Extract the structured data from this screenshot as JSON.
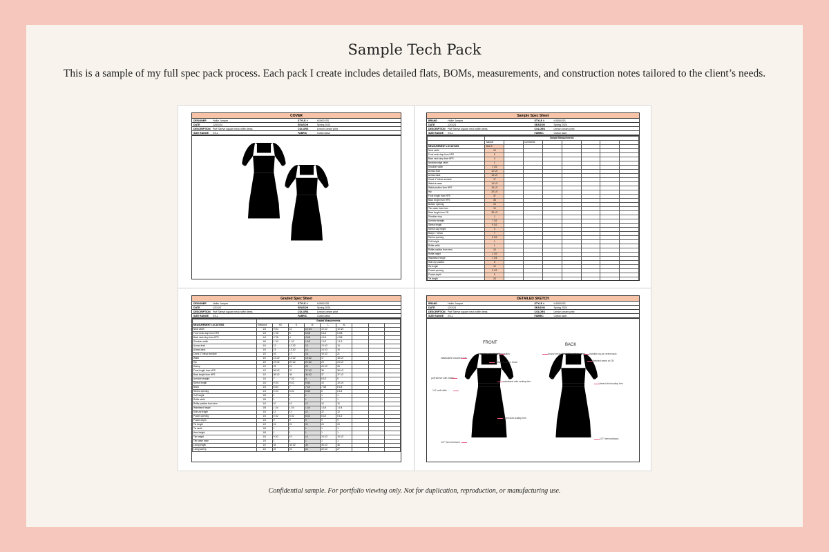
{
  "header": {
    "title": "Sample Tech Pack",
    "subtitle": "This is a sample of my full spec pack process. Each pack I create includes detailed flats, BOMs, measurements, and construction notes tailored to the client’s needs."
  },
  "footer": {
    "note": "Confidential sample. For portfolio viewing only. Not for duplication, reproduction, or manufacturing use."
  },
  "colors": {
    "outer": "#f6c7bd",
    "card": "#f8f4ed",
    "header_fill": "#f6c3a6",
    "sample_fill": "#f9cfb7",
    "callout": "#e8577f"
  },
  "cover": {
    "title": "COVER",
    "fields": [
      [
        "DESIGNER",
        "Hollie Jumper"
      ],
      [
        "STYLE #",
        "HJ0001SS"
      ],
      [
        "DATE",
        "12/01/24"
      ],
      [
        "SEASON",
        "Spring 2024"
      ],
      [
        "DESCRIPTION",
        "Puff Sleeve square neck ruffle dress"
      ],
      [
        "COLORS",
        "Lemon cream print"
      ],
      [
        "SIZE RANGE",
        "XS-L"
      ],
      [
        "FABRIC",
        "Cotton lawn"
      ]
    ]
  },
  "spec": {
    "title": "Sample Spec Sheet",
    "fields": [
      [
        "BRAND",
        "Hollie Jumper"
      ],
      [
        "STYLE #",
        "HJ0001SS"
      ],
      [
        "DATE",
        "12/1/24"
      ],
      [
        "SEASON",
        "Spring 2024"
      ],
      [
        "DESCRIPTION",
        "Puff Sleeve square neck ruffle dress"
      ],
      [
        "COLORS",
        "Lemon cream print"
      ],
      [
        "SIZE RANGE",
        "XS-L"
      ],
      [
        "FABRIC",
        "Cotton lawn"
      ]
    ],
    "table_title": "Sample Measurements",
    "col_sample": "Sample",
    "col_comments": "Comments",
    "col_point": "MEASUREMENT LOCATIONS",
    "size_label": "Size S",
    "rows": [
      [
        "Neck width",
        "10"
      ],
      [
        "Front neck drop from HPS",
        "5"
      ],
      [
        "Back neck drop from HPS",
        "4"
      ],
      [
        "Neckline edge width",
        "1"
      ],
      [
        "Shoulder width",
        "1 1/2"
      ],
      [
        "Across front",
        "12 1/2"
      ],
      [
        "Across back",
        "13 1/2"
      ],
      [
        "Chest 1\" below armhole",
        "17"
      ],
      [
        "Waist at seam",
        "14 1/2"
      ],
      [
        "Waist position from HPS",
        "15 1/2"
      ],
      [
        "Hip",
        "20 1/2"
      ],
      [
        "Front length from HPS",
        "37"
      ],
      [
        "Back length from HPS",
        "36"
      ],
      [
        "Bottom opening",
        "24"
      ],
      [
        "Tier seam from hem",
        "10"
      ],
      [
        "Back length from CB",
        "35 1/2"
      ],
      [
        "Shoulder drop",
        "1"
      ],
      [
        "Armhole straight",
        "7 1/2"
      ],
      [
        "Sleeve length",
        "9 1/2"
      ],
      [
        "Sleeve cap height",
        "4"
      ],
      [
        "Bicep 1\" below",
        "7"
      ],
      [
        "Sleeve opening",
        "5 1/2"
      ],
      [
        "Cuff height",
        "1"
      ],
      [
        "Ruffle width",
        "1"
      ],
      [
        "Ruffle position from hem",
        "10"
      ],
      [
        "Ruffle height",
        "1 1/2"
      ],
      [
        "Waistband height",
        "1 1/4"
      ],
      [
        "Side zip position",
        "8"
      ],
      [
        "Zip length",
        "12"
      ],
      [
        "Pocket opening",
        "5 1/2"
      ],
      [
        "Pocket depth",
        "9"
      ],
      [
        "Tie length",
        "24"
      ]
    ],
    "comments_title": "Comments"
  },
  "graded": {
    "title": "Graded Spec Sheet",
    "fields": [
      [
        "DESIGNER",
        "Hollie Jumper"
      ],
      [
        "STYLE #",
        "HJ0001SS"
      ],
      [
        "DATE",
        "12/1/24"
      ],
      [
        "SEASON",
        "Spring 2024"
      ],
      [
        "DESCRIPTION",
        "Puff Sleeve square neck ruffle dress"
      ],
      [
        "COLORS",
        "Lemon cream print"
      ],
      [
        "SIZE RANGE",
        "XS-L"
      ],
      [
        "FABRIC",
        "Cotton lawn"
      ]
    ],
    "table_title": "Graded Measurements",
    "col_point": "MEASUREMENT LOCATIONS",
    "col_tol": "Tolerance",
    "sizes": [
      "XS",
      "S",
      "M",
      "L",
      "XL"
    ],
    "rows": [
      [
        "Neck width",
        "1/4",
        [
          "9 3/4",
          "10",
          "10 1/4",
          "10 1/2",
          "10 3/4"
        ]
      ],
      [
        "Front neck drop from HPS",
        "1/4",
        [
          "4 7/8",
          "5",
          "5 1/8",
          "5 1/4",
          "5 3/8"
        ]
      ],
      [
        "Back neck drop from HPS",
        "1/4",
        [
          "3 7/8",
          "4",
          "4 1/8",
          "4 1/4",
          "4 3/8"
        ]
      ],
      [
        "Shoulder width",
        "1/8",
        [
          "1 1/2",
          "1 1/2",
          "1 1/2",
          "1 1/2",
          "1 1/2"
        ]
      ],
      [
        "Across front",
        "1/4",
        [
          "12",
          "12 1/2",
          "13",
          "13 1/2",
          "14"
        ]
      ],
      [
        "Across back",
        "1/4",
        [
          "13",
          "13 1/2",
          "14",
          "14 1/2",
          "15"
        ]
      ],
      [
        "Chest 1\" below armhole",
        "1/2",
        [
          "16",
          "17",
          "18",
          "19 1/2",
          "21"
        ]
      ],
      [
        "Waist",
        "1/2",
        [
          "13 1/2",
          "14 1/2",
          "15 1/2",
          "17",
          "18 1/2"
        ]
      ],
      [
        "Hip",
        "1/2",
        [
          "19 1/2",
          "20 1/2",
          "21 1/2",
          "23",
          "24 1/2"
        ]
      ],
      [
        "Sweep",
        "1/2",
        [
          "23",
          "24",
          "25",
          "26 1/2",
          "28"
        ]
      ],
      [
        "Front length from HPS",
        "1/2",
        [
          "36 1/2",
          "37",
          "37 1/2",
          "38",
          "38 1/2"
        ]
      ],
      [
        "Back length from HPS",
        "1/2",
        [
          "35 1/2",
          "36",
          "36 1/2",
          "37",
          "37 1/2"
        ]
      ],
      [
        "Armhole straight",
        "1/4",
        [
          "7",
          "7 1/2",
          "8",
          "8 1/2",
          "9"
        ]
      ],
      [
        "Sleeve length",
        "1/4",
        [
          "9 1/4",
          "9 1/2",
          "9 3/4",
          "10",
          "10 1/4"
        ]
      ],
      [
        "Bicep",
        "1/4",
        [
          "6 3/4",
          "7",
          "7 1/4",
          "7 3/4",
          "8 1/4"
        ]
      ],
      [
        "Sleeve opening",
        "1/4",
        [
          "5 1/4",
          "5 1/2",
          "5 3/4",
          "6",
          "6 1/4"
        ]
      ],
      [
        "Cuff height",
        "1/8",
        [
          "1",
          "1",
          "1",
          "1",
          "1"
        ]
      ],
      [
        "Ruffle width",
        "1/8",
        [
          "1",
          "1",
          "1",
          "1",
          "1"
        ]
      ],
      [
        "Ruffle position from hem",
        "1/4",
        [
          "10",
          "10",
          "10",
          "10",
          "10"
        ]
      ],
      [
        "Waistband height",
        "1/8",
        [
          "1 1/4",
          "1 1/4",
          "1 1/4",
          "1 1/4",
          "1 1/4"
        ]
      ],
      [
        "Side zip length",
        "1/4",
        [
          "12",
          "12",
          "12",
          "12",
          "12"
        ]
      ],
      [
        "Pocket opening",
        "1/4",
        [
          "5 1/2",
          "5 1/2",
          "5 1/2",
          "5 1/2",
          "5 1/2"
        ]
      ],
      [
        "Pocket depth",
        "1/4",
        [
          "9",
          "9",
          "9",
          "9",
          "9"
        ]
      ],
      [
        "Tie length",
        "1/2",
        [
          "24",
          "24",
          "24",
          "24",
          "24"
        ]
      ],
      [
        "Tie width",
        "1/8",
        [
          "1",
          "1",
          "1",
          "1",
          "1"
        ]
      ],
      [
        "Hem height",
        "1/8",
        [
          "1",
          "1",
          "1",
          "1",
          "1"
        ]
      ],
      [
        "Tier height",
        "1/4",
        [
          "9 1/2",
          "10",
          "10",
          "10 1/2",
          "10 1/2"
        ]
      ],
      [
        "Tier seam ease",
        "1/4",
        [
          "1",
          "1",
          "1",
          "1",
          "1"
        ]
      ],
      [
        "Lining length",
        "1/2",
        [
          "34",
          "34 1/2",
          "35",
          "35 1/2",
          "36"
        ]
      ],
      [
        "Lining sweep",
        "1/2",
        [
          "22",
          "23",
          "24",
          "25 1/2",
          "27"
        ]
      ]
    ]
  },
  "sketch": {
    "title": "DETAILED SKETCH",
    "fields": [
      [
        "BRAND",
        "Hollie Jumper"
      ],
      [
        "STYLE #",
        "HJ0001SS"
      ],
      [
        "DATE",
        "12/1/24"
      ],
      [
        "SEASON",
        "Spring 2024"
      ],
      [
        "DESCRIPTION",
        "Puff Sleeve square neck ruffle dress"
      ],
      [
        "COLORS",
        "Lemon cream print"
      ],
      [
        "SIZE RANGE",
        "XS-L"
      ],
      [
        "FABRIC",
        "Cotton lawn"
      ]
    ],
    "front_label": "FRONT",
    "back_label": "BACK",
    "front_notes": [
      "elasticated smocked cuff",
      "bound neck with 1/4\" topstitch",
      "gathered sleeve head",
      "puff sleeve with elastic",
      "1/4\" cuff ruffle",
      "waistband with scallop trim",
      "tiered skirt scallop trim",
      "1/2\" hem turnback"
    ],
    "back_notes": [
      "bound neck with 1/4\" topstitch",
      "invisible zip at centre back",
      "finished seam at CB",
      "tiered skirt scallop trim",
      "1/2\" hem turnback"
    ]
  }
}
